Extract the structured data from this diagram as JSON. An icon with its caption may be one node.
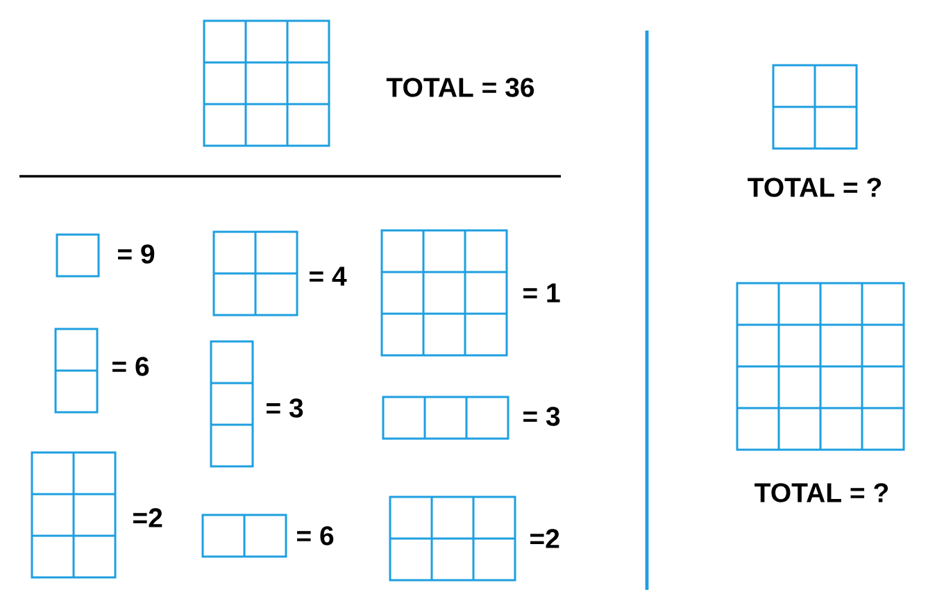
{
  "diagram": {
    "labels": [
      "TOTAL = 36",
      "= 9",
      "= 4",
      "= 1",
      "= 6",
      "= 3",
      "= 3",
      "=2",
      "= 6",
      "=2",
      "TOTAL = ?",
      "TOTAL = ?"
    ]
  }
}
